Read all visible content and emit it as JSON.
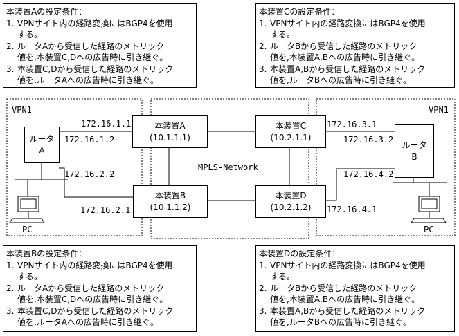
{
  "conditions": {
    "a": {
      "title": "本装置Aの設定条件：",
      "items": [
        {
          "num": "1.",
          "line1": "VPNサイト内の経路変換にはBGP4を使用",
          "line2": "する。"
        },
        {
          "num": "2.",
          "line1": "ルータAから受信した経路のメトリック",
          "line2": "値を,本装置C,Dへの広告時に引き継ぐ。"
        },
        {
          "num": "3.",
          "line1": "本装置C,Dから受信した経路のメトリック",
          "line2": "値を,ルータAへの広告時に引き継ぐ。"
        }
      ]
    },
    "c": {
      "title": "本装置Cの設定条件：",
      "items": [
        {
          "num": "1.",
          "line1": "VPNサイト内の経路変換にはBGP4を使用",
          "line2": "する。"
        },
        {
          "num": "2.",
          "line1": "ルータBから受信した経路のメトリック",
          "line2": "値を,本装置A,Bへの広告時に引き継ぐ。"
        },
        {
          "num": "3.",
          "line1": "本装置A,Bから受信した経路のメトリック",
          "line2": "値を,ルータBへの広告時に引き継ぐ。"
        }
      ]
    },
    "b": {
      "title": "本装置Bの設定条件：",
      "items": [
        {
          "num": "1.",
          "line1": "VPNサイト内の経路変換にはBGP4を使用",
          "line2": "する。"
        },
        {
          "num": "2.",
          "line1": "ルータAから受信した経路のメトリック",
          "line2": "値を,本装置C,Dへの広告時に引き継ぐ。"
        },
        {
          "num": "3.",
          "line1": "本装置C,Dから受信した経路のメトリック",
          "line2": "値を,ルータAへの広告時に引き継ぐ。"
        }
      ]
    },
    "d": {
      "title": "本装置Dの設定条件：",
      "items": [
        {
          "num": "1.",
          "line1": "VPNサイト内の経路変換にはBGP4を使用",
          "line2": "する。"
        },
        {
          "num": "2.",
          "line1": "ルータBから受信した経路のメトリック",
          "line2": "値を,本装置A,Bへの広告時に引き継ぐ。"
        },
        {
          "num": "3.",
          "line1": "本装置A,Bから受信した経路のメトリック",
          "line2": "値を,ルータBへの広告時に引き継ぐ。"
        }
      ]
    }
  },
  "network": {
    "vpn_left": "VPN1",
    "vpn_right": "VPN1",
    "mpls": "MPLS-Network",
    "router_a": {
      "line1": "ルータ",
      "line2": "A"
    },
    "router_b": {
      "line1": "ルータ",
      "line2": "B"
    },
    "pc_left": "PC",
    "pc_right": "PC",
    "device_a": {
      "name": "本装置A",
      "addr": "(10.1.1.1)"
    },
    "device_b": {
      "name": "本装置B",
      "addr": "(10.1.1.2)"
    },
    "device_c": {
      "name": "本装置C",
      "addr": "(10.2.1.1)"
    },
    "device_d": {
      "name": "本装置D",
      "addr": "(10.2.1.2)"
    },
    "ip": {
      "a_r": "172.16.1.1",
      "ra_a": "172.16.1.2",
      "ra_b": "172.16.2.2",
      "b_r": "172.16.2.1",
      "c_r": "172.16.3.1",
      "rb_c": "172.16.3.2",
      "rb_d": "172.16.4.2",
      "d_r": "172.16.4.1"
    }
  }
}
